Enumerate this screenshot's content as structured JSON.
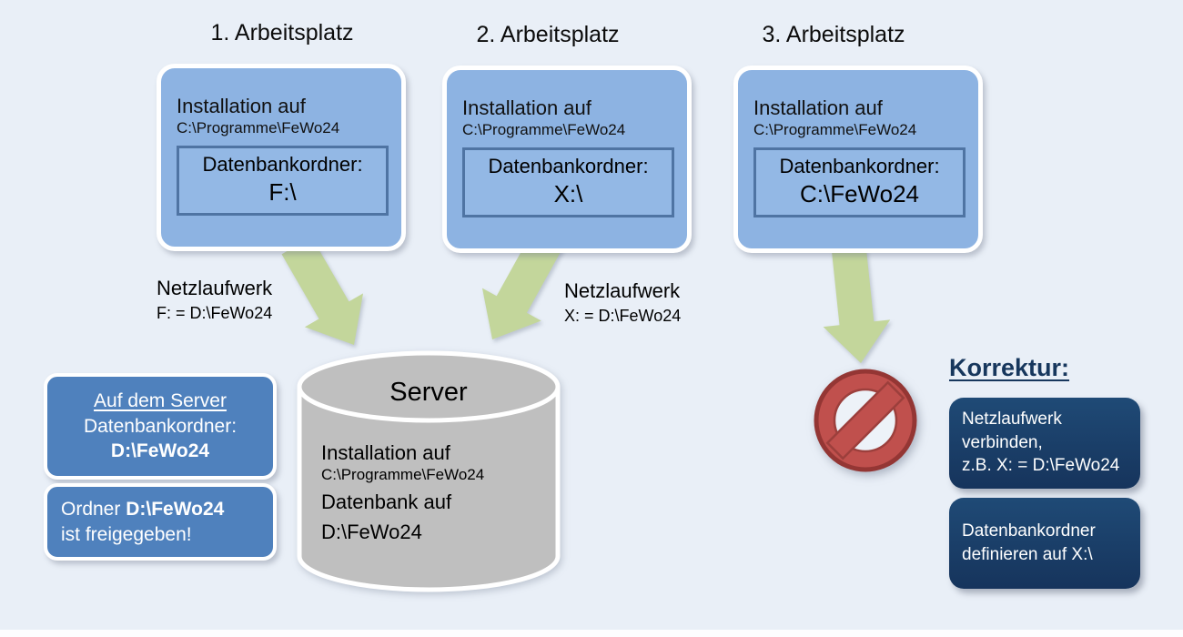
{
  "colors": {
    "background": "#e9eff7",
    "workstation_fill": "#8db3e2",
    "inner_box_border": "#4f74a3",
    "note_fill": "#4f81bd",
    "korrektur_fill": "#17375d",
    "korrektur_heading_text": "#17375d",
    "arrow_green": "#c3d69b",
    "prohibition_red": "#c0504d",
    "prohibition_border": "#943634",
    "server_gray": "#bfbfbf"
  },
  "workstations": [
    {
      "title": "1. Arbeitsplatz",
      "install_label": "Installation auf",
      "install_path": "C:\\Programme\\FeWo24",
      "db_label": "Datenbankordner:",
      "db_value": "F:\\"
    },
    {
      "title": "2. Arbeitsplatz",
      "install_label": "Installation auf",
      "install_path": "C:\\Programme\\FeWo24",
      "db_label": "Datenbankordner:",
      "db_value": "X:\\"
    },
    {
      "title": "3. Arbeitsplatz",
      "install_label": "Installation auf",
      "install_path": "C:\\Programme\\FeWo24",
      "db_label": "Datenbankordner:",
      "db_value": "C:\\FeWo24"
    }
  ],
  "network_drives": [
    {
      "title": "Netzlaufwerk",
      "mapping": "F: = D:\\FeWo24"
    },
    {
      "title": "Netzlaufwerk",
      "mapping": "X: = D:\\FeWo24"
    }
  ],
  "server": {
    "title": "Server",
    "install_label": "Installation auf",
    "install_path": "C:\\Programme\\FeWo24",
    "db_label": "Datenbank auf",
    "db_path": "D:\\FeWo24"
  },
  "server_notes": [
    {
      "line1": "Auf dem Server",
      "line2": "Datenbankordner:",
      "line3": "D:\\FeWo24"
    },
    {
      "prefix": "Ordner ",
      "folder": "D:\\FeWo24",
      "line2": "ist freigegeben!"
    }
  ],
  "korrektur": {
    "heading": "Korrektur:",
    "steps": [
      {
        "line1": "Netzlaufwerk",
        "line2": "verbinden,",
        "line3": "z.B. X: = D:\\FeWo24"
      },
      {
        "line1": "Datenbankordner",
        "line2": "definieren auf X:\\"
      }
    ]
  },
  "icons": {
    "arrow1": "green-arrow-down-right",
    "arrow2": "green-arrow-down-left",
    "arrow3": "green-arrow-down",
    "prohibition": "no-entry-sign",
    "server_shape": "database-cylinder"
  }
}
